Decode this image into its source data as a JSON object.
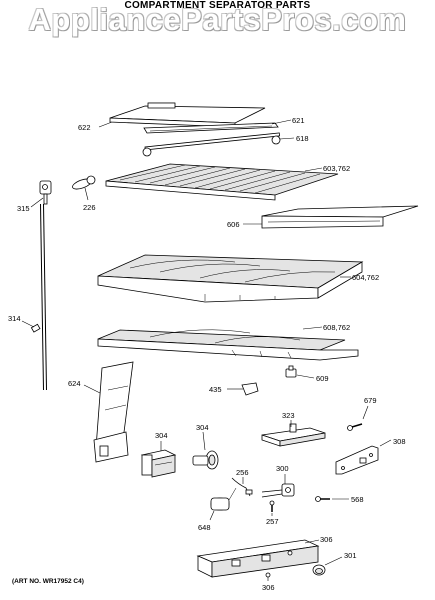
{
  "header": {
    "watermark": "AppliancePartsPros.com",
    "title": "COMPARTMENT SEPARATOR PARTS"
  },
  "footer": {
    "art_number": "(ART NO. WR17952 C4)"
  },
  "parts": [
    {
      "id": "622",
      "label": "622"
    },
    {
      "id": "621",
      "label": "621"
    },
    {
      "id": "618",
      "label": "618"
    },
    {
      "id": "603",
      "label": "603,762"
    },
    {
      "id": "315",
      "label": "315"
    },
    {
      "id": "226",
      "label": "226"
    },
    {
      "id": "606",
      "label": "606"
    },
    {
      "id": "604",
      "label": "604,762"
    },
    {
      "id": "314",
      "label": "314"
    },
    {
      "id": "608",
      "label": "608,762"
    },
    {
      "id": "624",
      "label": "624"
    },
    {
      "id": "609",
      "label": "609"
    },
    {
      "id": "435",
      "label": "435"
    },
    {
      "id": "679",
      "label": "679"
    },
    {
      "id": "323",
      "label": "323"
    },
    {
      "id": "304a",
      "label": "304"
    },
    {
      "id": "304b",
      "label": "304"
    },
    {
      "id": "308",
      "label": "308"
    },
    {
      "id": "256",
      "label": "256"
    },
    {
      "id": "300",
      "label": "300"
    },
    {
      "id": "568",
      "label": "568"
    },
    {
      "id": "648",
      "label": "648"
    },
    {
      "id": "257",
      "label": "257"
    },
    {
      "id": "306a",
      "label": "306"
    },
    {
      "id": "301",
      "label": "301"
    },
    {
      "id": "306b",
      "label": "306"
    }
  ]
}
